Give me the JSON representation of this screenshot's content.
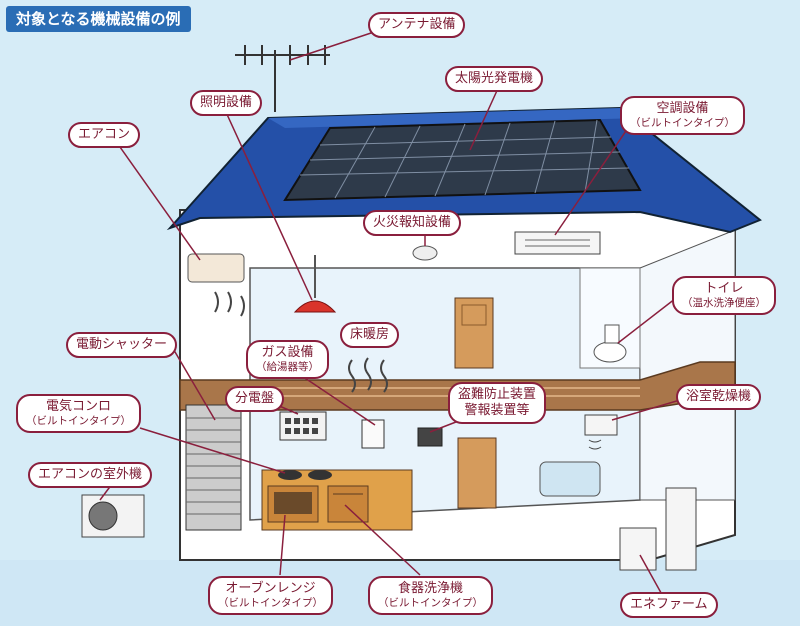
{
  "title": "対象となる機械設備の例",
  "callouts": {
    "antenna": {
      "main": "アンテナ設備"
    },
    "solar": {
      "main": "太陽光発電機"
    },
    "lighting": {
      "main": "照明設備"
    },
    "ac_ceiling": {
      "main": "空調設備",
      "sub": "（ビルトインタイプ）"
    },
    "aircon": {
      "main": "エアコン"
    },
    "fire_alarm": {
      "main": "火災報知設備"
    },
    "toilet": {
      "main": "トイレ",
      "sub": "（温水洗浄便座）"
    },
    "floor_heating": {
      "main": "床暖房"
    },
    "shutter": {
      "main": "電動シャッター"
    },
    "gas": {
      "main": "ガス設備",
      "sub": "（給湯器等）"
    },
    "distribution": {
      "main": "分電盤"
    },
    "security": {
      "main": "盗難防止装置",
      "main2": "警報装置等"
    },
    "bath_dryer": {
      "main": "浴室乾燥機"
    },
    "stove": {
      "main": "電気コンロ",
      "sub": "（ビルトインタイプ）"
    },
    "outdoor_unit": {
      "main": "エアコンの室外機"
    },
    "oven": {
      "main": "オーブンレンジ",
      "sub": "（ビルトインタイプ）"
    },
    "dishwasher": {
      "main": "食器洗浄機",
      "sub": "（ビルトインタイプ）"
    },
    "enefarm": {
      "main": "エネファーム"
    }
  },
  "colors": {
    "roof": "#2450a8",
    "wall": "#ffffff",
    "interior": "#eaf4fb",
    "floor": "#b9865a",
    "callout_border": "#8a1f3d"
  }
}
